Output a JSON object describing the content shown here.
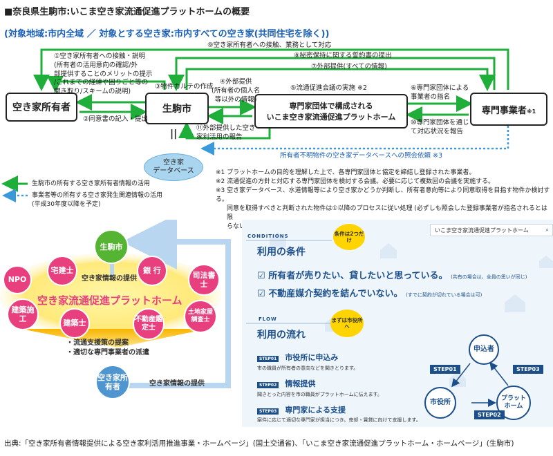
{
  "title": "■奈良県生駒市:いこま空き家流通促進プラットホームの概要",
  "scope": "(対象地域:市内全域 ／ 対象とする空き家:市内すべての空き家(共同住宅を除く))",
  "flow": {
    "nodes": {
      "owner": "空き家所有者",
      "city": "生駒市",
      "platform_line1": "専門家団体で構成される",
      "platform_line2": "いこま空き家流通促進プラットホーム",
      "expert": "専門事業者",
      "expert_mark": "※1",
      "database_line1": "空き家",
      "database_line2": "データベース"
    },
    "labels": {
      "s9": "⑨空き家所有者への接触、業務として対応",
      "s8": "⑧秘密保持に関する誓約書の提出",
      "s7": "⑦外部提供(すべての情報)",
      "s1_l1": "①空き家所有者への接触・説明",
      "s1_l2": "(所有者の活用意向の確認/外",
      "s1_l3": "部提供することのメリットの提示",
      "s1_l4": "/これまでの経緯や困りごと等の",
      "s1_l5": "聞き取り/スキームの説明)",
      "s3": "③物件カルテの作成",
      "s4_l1": "④外部提供",
      "s4_l2": "(所有者の個人名",
      "s4_l3": "等以外の情報)",
      "s5": "⑤流通促進会議の実施 ※2",
      "s6_l1": "⑥専門家団体による",
      "s6_l2": "事業者の指名",
      "s2": "②同意書の記入・提出",
      "s10_l1": "⑩専門家団体を通じ",
      "s10_l2": "て対応状況を報告",
      "s11_l1": "⑪外部提供した空き",
      "s11_l2": "家利活用の報告",
      "db_query": "所有者不明物件の空き家データベースへの照会依頼 ※3",
      "db_equal": "||"
    },
    "notes": [
      "※1 プラットホームの目的を理解した上で、各専門家団体と協定を締結し登録された事業者。",
      "※2 流通促進の方針と対応する専門家団体を検討する会議。必要に応じて複数回の会議を実施する。",
      "※3 空き家データベース、水道情報等により空き家かどうか判断し、所有者意向等により同意取得を目指す物件か検討する。",
      "同意を取得すべきと判断された物件は①以降のプロセスに従い処理 (必ずしも照会した登録事業者が指名されるとは限",
      "らない)。"
    ],
    "legend": [
      "生駒市の所有する空き家所有者情報の活用",
      "事業者等の所有する空き家発生関連情報の活用",
      "(平成30年度以降を予定)"
    ]
  },
  "platform_diagram": {
    "city": "生駒市",
    "members": [
      "NPO",
      "宅建士",
      "銀 行",
      "司法書士",
      "建築施工",
      "建築士",
      "不動産鑑定士",
      "土地家屋調査士"
    ],
    "title": "空き家流通促進プラットホーム",
    "info_top": "空き家情報の提供",
    "bullets": [
      "・流通支援策の提案",
      "・適切な専門事業者の派遣"
    ],
    "owner": "空き家所有者",
    "info_bottom": "空き家情報の提供"
  },
  "web": {
    "search_text": "いこま空き家流通促進プラットホーム",
    "conditions_label": "CONDITIONS",
    "conditions_title": "利用の条件",
    "badge1": "条件は2つだけ",
    "cond1": "所有者が売りたい、貸したいと思っている。",
    "cond1_note": "(共有の場合は、全員の思いが同じ)",
    "cond2": "不動産媒介契約を結んでいない。",
    "cond2_note": "(すでに契約が切れている場合は可)",
    "flow_label": "FLOW",
    "flow_title": "利用の流れ",
    "badge2": "まずは市役所へ",
    "steps": [
      {
        "tag": "STEP01",
        "title": "市役所に申込み",
        "desc": "市の職員が所有者の意向などを聞きとります。"
      },
      {
        "tag": "STEP02",
        "title": "情報提供",
        "desc": "聞きとった内容を市の職員がプラットホームに伝えます。"
      },
      {
        "tag": "STEP03",
        "title": "専門家による支援",
        "desc": "案件に応じて適切な専門家が担当につき、売却・賃貸に向けて支援します。"
      }
    ],
    "cycle": {
      "applicant": "申込者",
      "city_office": "市役所",
      "platform": "プラット ホーム",
      "tag1": "STEP01",
      "tag2": "STEP02",
      "tag3": "STEP03"
    }
  },
  "source": "出典:「空き家所有者情報提供による空き家利活用推進事業・ホームページ」(国土交通省)、「いこま空き家流通促進プラットホーム・ホームページ」(生駒市)",
  "colors": {
    "green": "#1fae3a",
    "blue_dotted": "#3a9ad9",
    "pink": "#e8407e",
    "navy": "#1c4f8a",
    "web_bg": "#eef5fb"
  }
}
